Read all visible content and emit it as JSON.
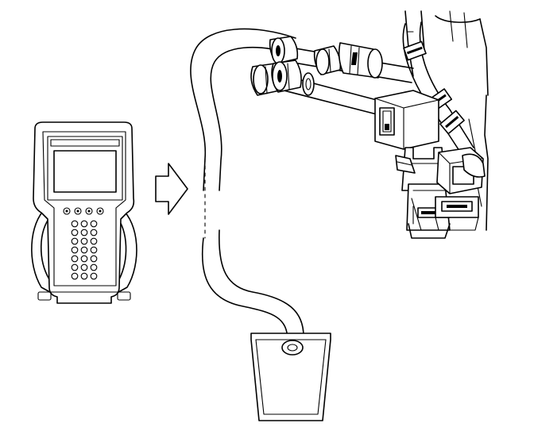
{
  "figure": {
    "background_color": "#ffffff",
    "line_color": "#000000",
    "components": [
      {
        "name": "scan-tool",
        "icon": "handheld-scan-tool-icon"
      },
      {
        "name": "direction-arrow",
        "icon": "arrow-right-icon"
      },
      {
        "name": "drain-hose",
        "icon": "hose-icon"
      },
      {
        "name": "fuel-rail-fittings",
        "icon": "fuel-line-connector-icon"
      },
      {
        "name": "collection-container",
        "icon": "cup-icon"
      }
    ],
    "scan_tool_keypad": {
      "top_row_keys": 4,
      "grid_rows": 7,
      "grid_columns": 3
    }
  }
}
